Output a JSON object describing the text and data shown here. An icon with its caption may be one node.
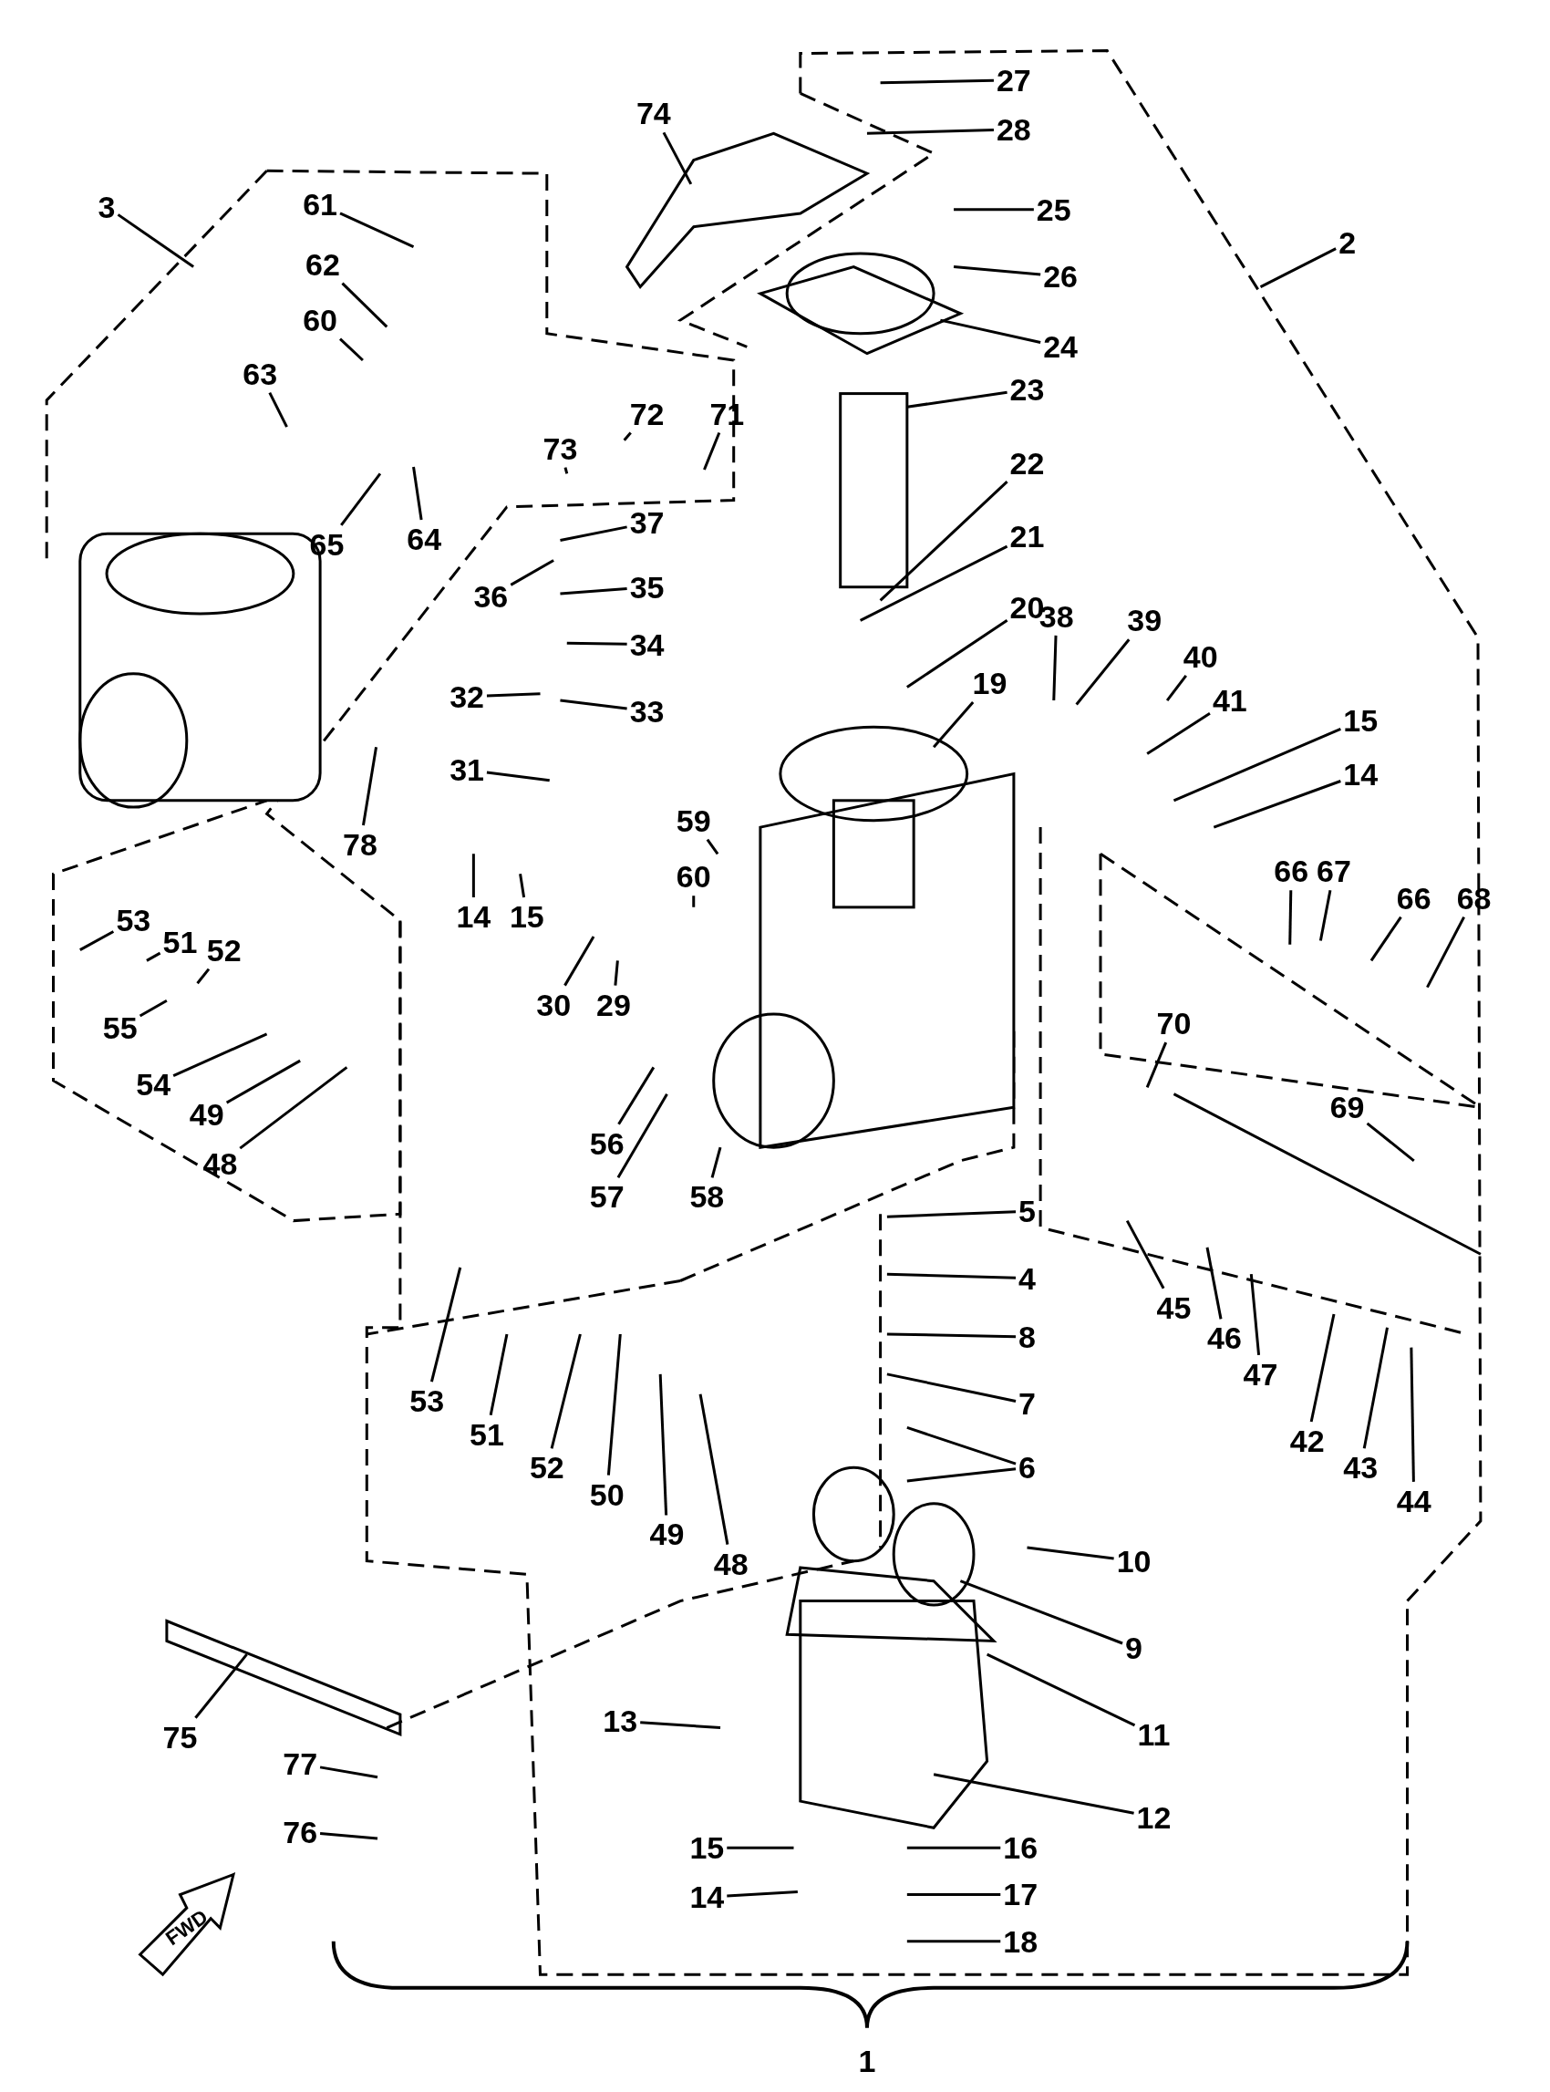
{
  "diagram": {
    "nodes": [
      {
        "text": [
          "27"
        ]
      },
      {
        "text": [
          "28"
        ]
      },
      {
        "text": [
          "74"
        ]
      },
      {
        "text": [
          "25"
        ]
      },
      {
        "text": [
          "26"
        ]
      },
      {
        "text": [
          "3"
        ]
      },
      {
        "text": [
          "2"
        ]
      },
      {
        "text": [
          "24"
        ]
      },
      {
        "text": [
          "61"
        ]
      },
      {
        "text": [
          "62"
        ]
      },
      {
        "text": [
          "60"
        ]
      },
      {
        "text": [
          "63"
        ]
      },
      {
        "text": [
          "23"
        ]
      },
      {
        "text": [
          "73"
        ]
      },
      {
        "text": [
          "72"
        ]
      },
      {
        "text": [
          "71"
        ]
      },
      {
        "text": [
          "65"
        ]
      },
      {
        "text": [
          "64"
        ]
      },
      {
        "text": [
          "22"
        ]
      },
      {
        "text": [
          "37"
        ]
      },
      {
        "text": [
          "36"
        ]
      },
      {
        "text": [
          "35"
        ]
      },
      {
        "text": [
          "21"
        ]
      },
      {
        "text": [
          "34"
        ]
      },
      {
        "text": [
          "20"
        ]
      },
      {
        "text": [
          "33"
        ]
      },
      {
        "text": [
          "32"
        ]
      },
      {
        "text": [
          "19"
        ]
      },
      {
        "text": [
          "38"
        ]
      },
      {
        "text": [
          "39"
        ]
      },
      {
        "text": [
          "40"
        ]
      },
      {
        "text": [
          "41"
        ]
      },
      {
        "text": [
          "15"
        ]
      },
      {
        "text": [
          "14"
        ]
      },
      {
        "text": [
          "31"
        ]
      },
      {
        "text": [
          "59"
        ]
      },
      {
        "text": [
          "66"
        ]
      },
      {
        "text": [
          "67"
        ]
      },
      {
        "text": [
          "66"
        ]
      },
      {
        "text": [
          "68"
        ]
      },
      {
        "text": [
          "53"
        ]
      },
      {
        "text": [
          "51"
        ]
      },
      {
        "text": [
          "52"
        ]
      },
      {
        "text": [
          "14"
        ]
      },
      {
        "text": [
          "15"
        ]
      },
      {
        "text": [
          "60"
        ]
      },
      {
        "text": [
          "30"
        ]
      },
      {
        "text": [
          "29"
        ]
      },
      {
        "text": [
          "55"
        ]
      },
      {
        "text": [
          "54"
        ]
      },
      {
        "text": [
          "49"
        ]
      },
      {
        "text": [
          "48"
        ]
      },
      {
        "text": [
          "70"
        ]
      },
      {
        "text": [
          "69"
        ]
      },
      {
        "text": [
          "56"
        ]
      },
      {
        "text": [
          "57"
        ]
      },
      {
        "text": [
          "58"
        ]
      },
      {
        "text": [
          "78"
        ]
      },
      {
        "text": [
          "5"
        ]
      },
      {
        "text": [
          "4"
        ]
      },
      {
        "text": [
          "45"
        ]
      },
      {
        "text": [
          "46"
        ]
      },
      {
        "text": [
          "47"
        ]
      },
      {
        "text": [
          "8"
        ]
      },
      {
        "text": [
          "7"
        ]
      },
      {
        "text": [
          "42"
        ]
      },
      {
        "text": [
          "43"
        ]
      },
      {
        "text": [
          "44"
        ]
      },
      {
        "text": [
          "6"
        ]
      },
      {
        "text": [
          "53"
        ]
      },
      {
        "text": [
          "51"
        ]
      },
      {
        "text": [
          "52"
        ]
      },
      {
        "text": [
          "50"
        ]
      },
      {
        "text": [
          "49"
        ]
      },
      {
        "text": [
          "48"
        ]
      },
      {
        "text": [
          "10"
        ]
      },
      {
        "text": [
          "9"
        ]
      },
      {
        "text": [
          "11"
        ]
      },
      {
        "text": [
          "75"
        ]
      },
      {
        "text": [
          "13"
        ]
      },
      {
        "text": [
          "12"
        ]
      },
      {
        "text": [
          "77"
        ]
      },
      {
        "text": [
          "76"
        ]
      },
      {
        "text": [
          "15"
        ]
      },
      {
        "text": [
          "16"
        ]
      },
      {
        "text": [
          "14"
        ]
      },
      {
        "text": [
          "17"
        ]
      },
      {
        "text": [
          "18"
        ]
      }
    ],
    "edges": [
      {
        "from": 0,
        "to": null,
        "arrow": "none"
      },
      {
        "from": 1,
        "to": null,
        "arrow": "none"
      },
      {
        "from": 2,
        "to": null,
        "arrow": "none"
      },
      {
        "from": 3,
        "to": null,
        "arrow": "none"
      },
      {
        "from": 4,
        "to": null,
        "arrow": "none"
      },
      {
        "from": 5,
        "to": null,
        "arrow": "none"
      },
      {
        "from": 6,
        "to": null,
        "arrow": "none"
      },
      {
        "from": 7,
        "to": null,
        "arrow": "none"
      },
      {
        "from": 8,
        "to": null,
        "arrow": "none"
      },
      {
        "from": 9,
        "to": null,
        "arrow": "none"
      },
      {
        "from": 10,
        "to": null,
        "arrow": "none"
      },
      {
        "from": 11,
        "to": null,
        "arrow": "none"
      },
      {
        "from": 12,
        "to": null,
        "arrow": "none"
      },
      {
        "from": 13,
        "to": null,
        "arrow": "none"
      },
      {
        "from": 14,
        "to": null,
        "arrow": "none"
      },
      {
        "from": 15,
        "to": null,
        "arrow": "none"
      },
      {
        "from": 16,
        "to": null,
        "arrow": "none"
      },
      {
        "from": 17,
        "to": null,
        "arrow": "none"
      },
      {
        "from": 18,
        "to": null,
        "arrow": "none"
      },
      {
        "from": 19,
        "to": null,
        "arrow": "none"
      },
      {
        "from": 20,
        "to": null,
        "arrow": "none"
      },
      {
        "from": 21,
        "to": null,
        "arrow": "none"
      },
      {
        "from": 22,
        "to": null,
        "arrow": "none"
      },
      {
        "from": 23,
        "to": null,
        "arrow": "none"
      },
      {
        "from": 24,
        "to": null,
        "arrow": "none"
      },
      {
        "from": 25,
        "to": null,
        "arrow": "none"
      },
      {
        "from": 26,
        "to": null,
        "arrow": "none"
      },
      {
        "from": 27,
        "to": null,
        "arrow": "none"
      },
      {
        "from": 28,
        "to": null,
        "arrow": "none"
      },
      {
        "from": 29,
        "to": null,
        "arrow": "none"
      },
      {
        "from": 30,
        "to": null,
        "arrow": "none"
      },
      {
        "from": 31,
        "to": null,
        "arrow": "none"
      },
      {
        "from": 32,
        "to": null,
        "arrow": "none"
      },
      {
        "from": 33,
        "to": null,
        "arrow": "none"
      },
      {
        "from": 34,
        "to": null,
        "arrow": "none"
      },
      {
        "from": 35,
        "to": null,
        "arrow": "none"
      },
      {
        "from": 36,
        "to": null,
        "arrow": "none"
      },
      {
        "from": 37,
        "to": null,
        "arrow": "none"
      },
      {
        "from": 38,
        "to": null,
        "arrow": "none"
      },
      {
        "from": 39,
        "to": null,
        "arrow": "none"
      },
      {
        "from": 40,
        "to": null,
        "arrow": "none"
      },
      {
        "from": 41,
        "to": null,
        "arrow": "none"
      },
      {
        "from": 42,
        "to": null,
        "arrow": "none"
      },
      {
        "from": 43,
        "to": null,
        "arrow": "none"
      },
      {
        "from": 44,
        "to": null,
        "arrow": "none"
      },
      {
        "from": 45,
        "to": null,
        "arrow": "none"
      },
      {
        "from": 46,
        "to": null,
        "arrow": "none"
      },
      {
        "from": 47,
        "to": null,
        "arrow": "none"
      },
      {
        "from": 48,
        "to": null,
        "arrow": "none"
      },
      {
        "from": 49,
        "to": null,
        "arrow": "none"
      },
      {
        "from": 50,
        "to": null,
        "arrow": "none"
      },
      {
        "from": 51,
        "to": null,
        "arrow": "none"
      },
      {
        "from": 52,
        "to": null,
        "arrow": "none"
      },
      {
        "from": 53,
        "to": null,
        "arrow": "none"
      },
      {
        "from": 54,
        "to": null,
        "arrow": "none"
      },
      {
        "from": 55,
        "to": null,
        "arrow": "none"
      },
      {
        "from": 56,
        "to": null,
        "arrow": "none"
      },
      {
        "from": 57,
        "to": null,
        "arrow": "none"
      },
      {
        "from": 58,
        "to": null,
        "arrow": "none"
      },
      {
        "from": 59,
        "to": null,
        "arrow": "none"
      },
      {
        "from": 60,
        "to": null,
        "arrow": "none"
      },
      {
        "from": 61,
        "to": null,
        "arrow": "none"
      },
      {
        "from": 62,
        "to": null,
        "arrow": "none"
      },
      {
        "from": 63,
        "to": null,
        "arrow": "none"
      },
      {
        "from": 64,
        "to": null,
        "arrow": "none"
      },
      {
        "from": 65,
        "to": null,
        "arrow": "none"
      },
      {
        "from": 66,
        "to": null,
        "arrow": "none"
      },
      {
        "from": 67,
        "to": null,
        "arrow": "none"
      },
      {
        "from": 68,
        "to": null,
        "arrow": "none"
      },
      {
        "from": 68,
        "to": null,
        "arrow": "none"
      },
      {
        "from": 69,
        "to": null,
        "arrow": "none"
      },
      {
        "from": 70,
        "to": null,
        "arrow": "none"
      },
      {
        "from": 71,
        "to": null,
        "arrow": "none"
      },
      {
        "from": 72,
        "to": null,
        "arrow": "none"
      },
      {
        "from": 73,
        "to": null,
        "arrow": "none"
      },
      {
        "from": 74,
        "to": null,
        "arrow": "none"
      },
      {
        "from": 75,
        "to": null,
        "arrow": "none"
      },
      {
        "from": 76,
        "to": null,
        "arrow": "none"
      },
      {
        "from": 77,
        "to": null,
        "arrow": "none"
      },
      {
        "from": 78,
        "to": null,
        "arrow": "none"
      },
      {
        "from": 79,
        "to": null,
        "arrow": "none"
      },
      {
        "from": 80,
        "to": null,
        "arrow": "none"
      },
      {
        "from": 81,
        "to": null,
        "arrow": "none"
      },
      {
        "from": 82,
        "to": null,
        "arrow": "none"
      },
      {
        "from": 83,
        "to": null,
        "arrow": "none"
      },
      {
        "from": 84,
        "to": null,
        "arrow": "none"
      },
      {
        "from": 85,
        "to": null,
        "arrow": "none"
      },
      {
        "from": 86,
        "to": null,
        "arrow": "none"
      },
      {
        "from": 87,
        "to": null,
        "arrow": "none"
      }
    ],
    "labels": [
      "FWD",
      "1"
    ]
  }
}
